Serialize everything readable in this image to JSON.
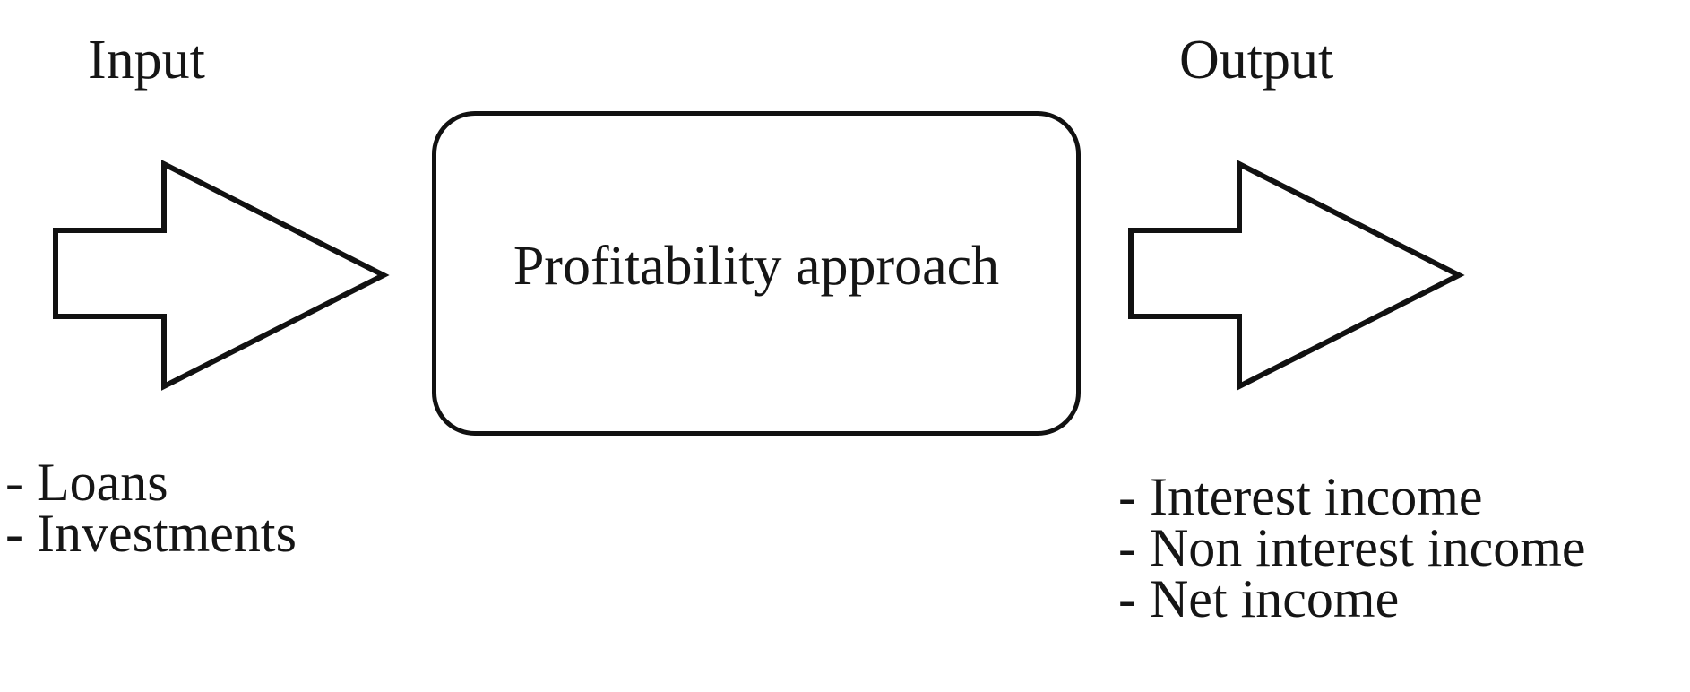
{
  "diagram": {
    "title_left": "Input",
    "title_right": "Output",
    "process": {
      "label": "Profitability approach",
      "shape": "rounded-rectangle"
    },
    "arrows": [
      {
        "name": "input-arrow",
        "direction": "right"
      },
      {
        "name": "output-arrow",
        "direction": "right"
      }
    ],
    "input_items": [
      "- Loans",
      "- Investments"
    ],
    "output_items": [
      "- Interest income",
      "- Non interest income",
      "- Net income"
    ],
    "colors": {
      "stroke": "#111111",
      "text": "#151515",
      "background": "#ffffff"
    }
  }
}
